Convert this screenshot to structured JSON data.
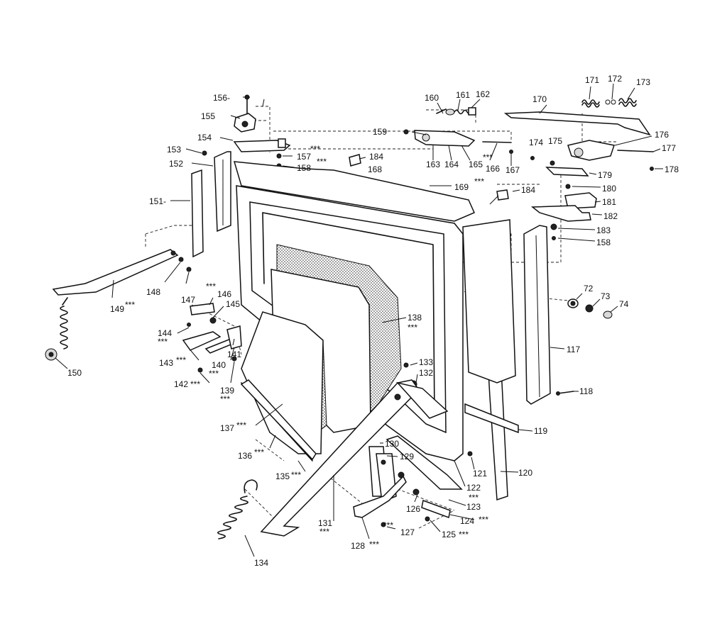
{
  "labels": [
    {
      "id": "156",
      "text": "156-"
    },
    {
      "id": "155",
      "text": "155"
    },
    {
      "id": "154",
      "text": "154"
    },
    {
      "id": "153",
      "text": "153"
    },
    {
      "id": "152",
      "text": "152"
    },
    {
      "id": "151",
      "text": "151-"
    },
    {
      "id": "157",
      "text": "157"
    },
    {
      "id": "158a",
      "text": "158"
    },
    {
      "id": "160",
      "text": "160"
    },
    {
      "id": "161",
      "text": "161"
    },
    {
      "id": "162",
      "text": "162"
    },
    {
      "id": "159",
      "text": "159"
    },
    {
      "id": "163",
      "text": "163"
    },
    {
      "id": "164a",
      "text": "164"
    },
    {
      "id": "165",
      "text": "165"
    },
    {
      "id": "166",
      "text": "166"
    },
    {
      "id": "167",
      "text": "167"
    },
    {
      "id": "184a",
      "text": "184"
    },
    {
      "id": "168",
      "text": "168"
    },
    {
      "id": "169",
      "text": "169"
    },
    {
      "id": "170",
      "text": "170"
    },
    {
      "id": "171",
      "text": "171"
    },
    {
      "id": "172",
      "text": "172"
    },
    {
      "id": "173",
      "text": "173"
    },
    {
      "id": "176",
      "text": "176"
    },
    {
      "id": "177",
      "text": "177"
    },
    {
      "id": "178",
      "text": "178"
    },
    {
      "id": "174",
      "text": "174"
    },
    {
      "id": "175",
      "text": "175"
    },
    {
      "id": "179",
      "text": "179"
    },
    {
      "id": "180",
      "text": "180"
    },
    {
      "id": "181",
      "text": "181"
    },
    {
      "id": "182",
      "text": "182"
    },
    {
      "id": "183",
      "text": "183"
    },
    {
      "id": "158b",
      "text": "158"
    },
    {
      "id": "184b",
      "text": "184"
    },
    {
      "id": "72",
      "text": "72"
    },
    {
      "id": "73",
      "text": "73"
    },
    {
      "id": "74",
      "text": "74"
    },
    {
      "id": "117",
      "text": "117"
    },
    {
      "id": "118",
      "text": "118"
    },
    {
      "id": "119",
      "text": "119"
    },
    {
      "id": "120",
      "text": "120"
    },
    {
      "id": "121",
      "text": "121"
    },
    {
      "id": "122",
      "text": "122"
    },
    {
      "id": "123",
      "text": "123"
    },
    {
      "id": "124",
      "text": "124"
    },
    {
      "id": "125",
      "text": "125"
    },
    {
      "id": "126",
      "text": "126"
    },
    {
      "id": "127",
      "text": "127"
    },
    {
      "id": "128",
      "text": "128"
    },
    {
      "id": "129",
      "text": "129"
    },
    {
      "id": "130",
      "text": "130"
    },
    {
      "id": "131",
      "text": "131"
    },
    {
      "id": "132",
      "text": "132"
    },
    {
      "id": "133",
      "text": "133"
    },
    {
      "id": "134",
      "text": "134"
    },
    {
      "id": "135",
      "text": "135"
    },
    {
      "id": "136",
      "text": "136"
    },
    {
      "id": "137",
      "text": "137"
    },
    {
      "id": "138",
      "text": "138"
    },
    {
      "id": "139",
      "text": "139"
    },
    {
      "id": "140",
      "text": "140"
    },
    {
      "id": "141",
      "text": "141"
    },
    {
      "id": "142",
      "text": "142"
    },
    {
      "id": "143",
      "text": "143"
    },
    {
      "id": "144",
      "text": "144"
    },
    {
      "id": "145",
      "text": "145"
    },
    {
      "id": "146",
      "text": "146"
    },
    {
      "id": "147",
      "text": "147"
    },
    {
      "id": "148",
      "text": "148"
    },
    {
      "id": "149",
      "text": "149"
    },
    {
      "id": "150",
      "text": "150"
    }
  ],
  "marker": "***"
}
